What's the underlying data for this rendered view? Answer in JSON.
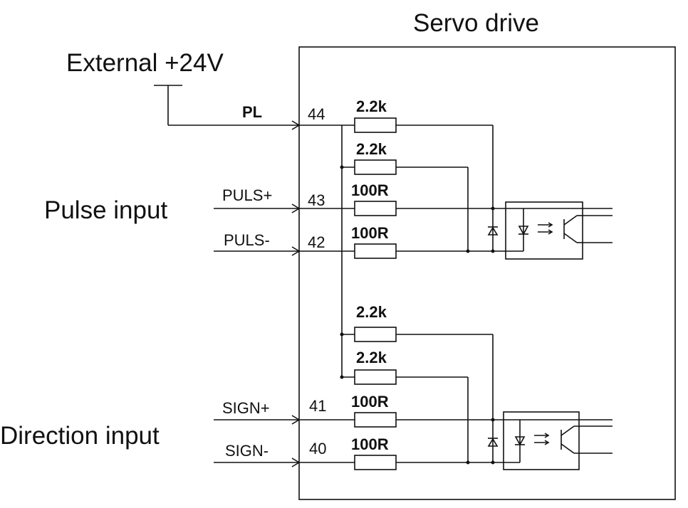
{
  "titles": {
    "servo_drive": "Servo drive",
    "external": "External +24V",
    "pulse_input": "Pulse input",
    "direction_input": "Direction input"
  },
  "signals": {
    "pl": "PL",
    "puls_plus": "PULS+",
    "puls_minus": "PULS-",
    "sign_plus": "SIGN+",
    "sign_minus": "SIGN-"
  },
  "pins": {
    "pl": "44",
    "puls_plus": "43",
    "puls_minus": "42",
    "sign_plus": "41",
    "sign_minus": "40"
  },
  "resistors": {
    "r1": "2.2k",
    "r2": "2.2k",
    "r3": "100R",
    "r4": "100R",
    "r5": "2.2k",
    "r6": "2.2k",
    "r7": "100R",
    "r8": "100R"
  }
}
